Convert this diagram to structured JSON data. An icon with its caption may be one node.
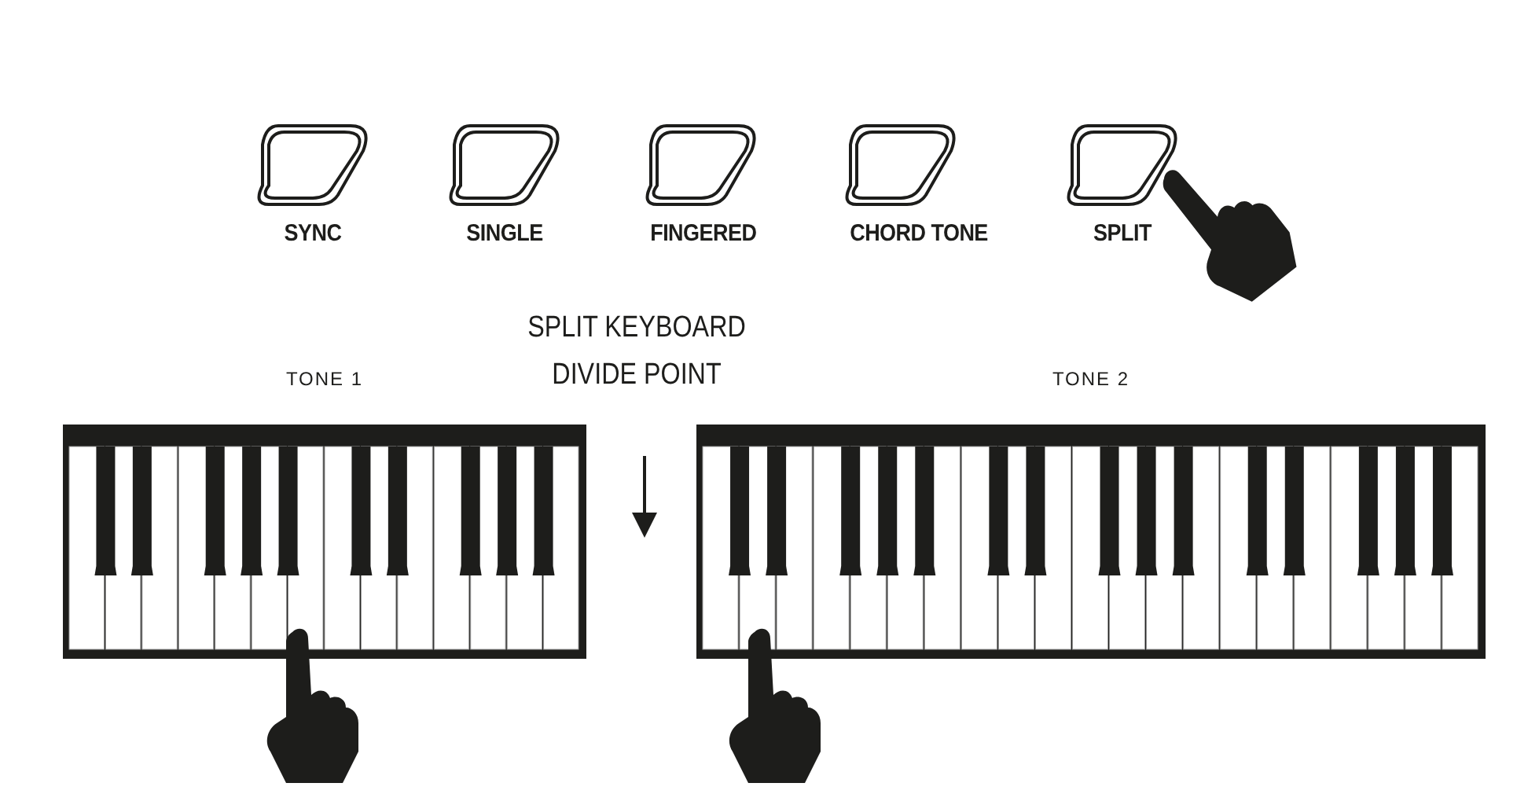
{
  "diagram": {
    "nodes": [
      {
        "text": [
          "SYNC"
        ]
      },
      {
        "text": [
          "SINGLE"
        ]
      },
      {
        "text": [
          "FINGERED"
        ]
      },
      {
        "text": [
          "CHORD TONE"
        ]
      },
      {
        "text": [
          "SPLIT"
        ]
      },
      {
        "text": [
          "TONE 1"
        ]
      },
      {
        "text": [
          "TONE 2"
        ]
      }
    ],
    "labels": [
      "SPLIT KEYBOARD DIVIDE POINT"
    ]
  }
}
